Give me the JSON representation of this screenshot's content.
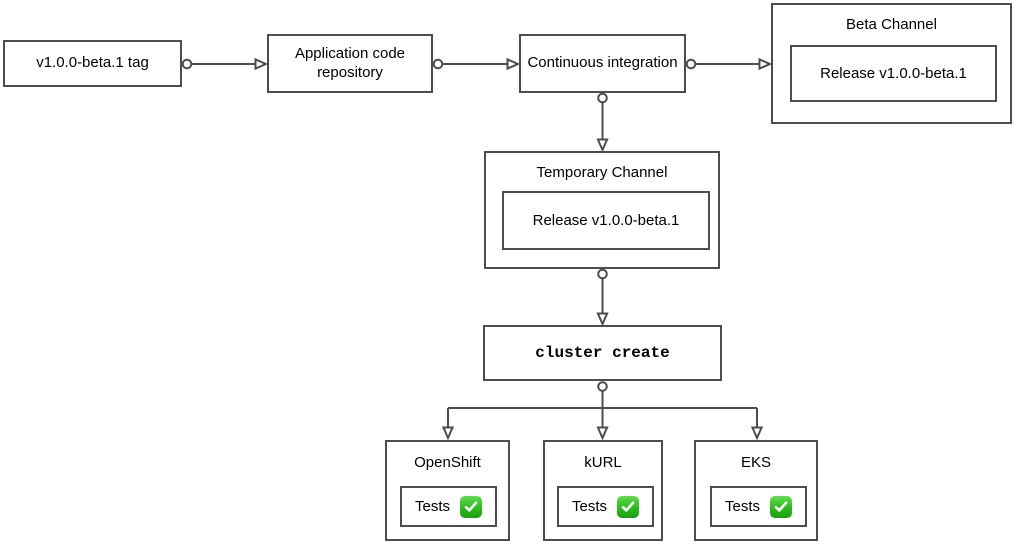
{
  "diagram": {
    "colors": {
      "background": "#ffffff",
      "stroke": "#4d4d4d",
      "text": "#000000",
      "check_green_top": "#63da52",
      "check_green_bottom": "#1d9e10",
      "check_mark": "#ffffff"
    },
    "icons": {
      "tests_status": "green-check-emoji"
    },
    "nodes": {
      "version_tag": {
        "label": "v1.0.0-beta.1 tag"
      },
      "app_repo": {
        "label": "Application code repository"
      },
      "ci": {
        "label": "Continuous integration"
      },
      "beta_channel": {
        "title": "Beta Channel",
        "release_label": "Release v1.0.0-beta.1"
      },
      "temporary_channel": {
        "title": "Temporary Channel",
        "release_label": "Release v1.0.0-beta.1"
      },
      "cluster_create": {
        "label": "cluster create"
      },
      "openshift": {
        "title": "OpenShift",
        "tests_label": "Tests"
      },
      "kurl": {
        "title": "kURL",
        "tests_label": "Tests"
      },
      "eks": {
        "title": "EKS",
        "tests_label": "Tests"
      }
    }
  }
}
